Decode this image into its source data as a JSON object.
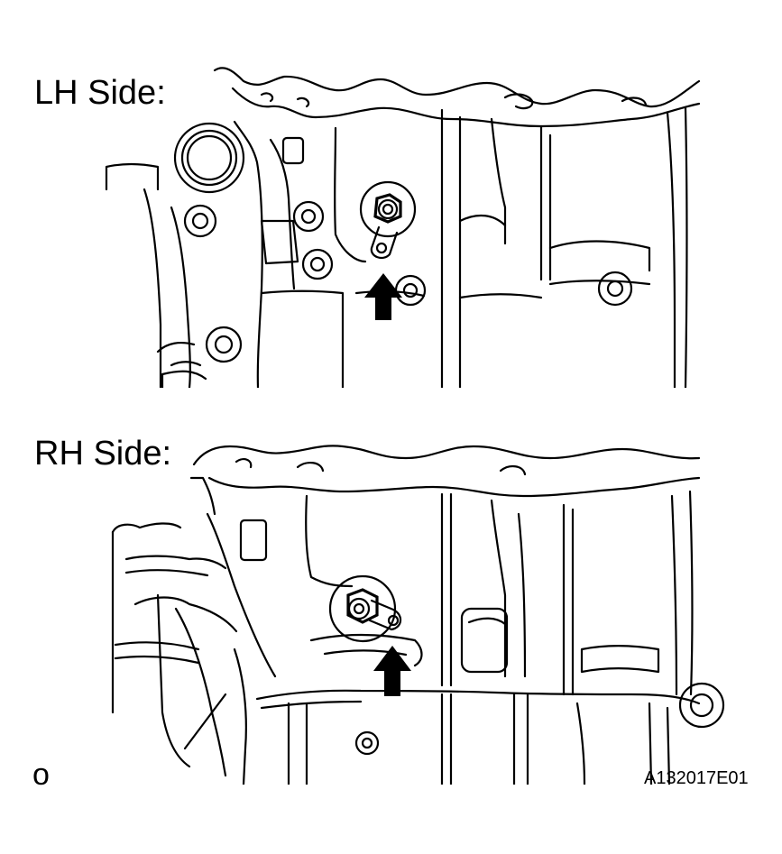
{
  "labels": {
    "lh_side": "LH Side:",
    "rh_side": "RH Side:",
    "corner_mark": "o",
    "figure_id": "A132017E01"
  },
  "colors": {
    "line": "#000000",
    "background": "#ffffff"
  },
  "icons": {
    "pointer": "arrow-up-icon",
    "fastener": "bolt-icon"
  }
}
